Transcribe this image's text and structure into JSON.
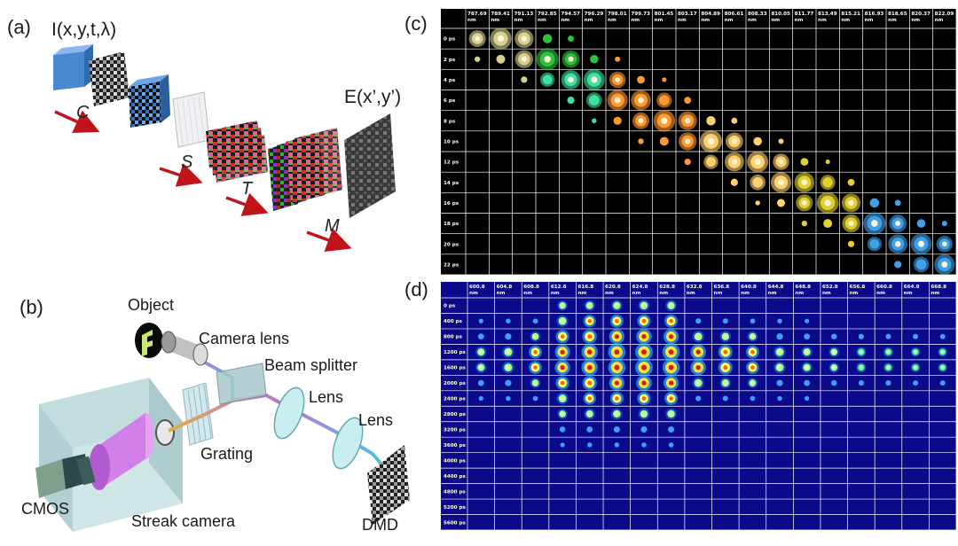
{
  "panels": {
    "a": {
      "label": "(a)",
      "input_label": "I(x,y,t,λ)",
      "output_label": "E(x’,y’)",
      "operators": [
        "C",
        "S",
        "T",
        "M"
      ]
    },
    "b": {
      "label": "(b)",
      "components": {
        "object": "Object",
        "camera_lens": "Camera lens",
        "beam_splitter": "Beam splitter",
        "lens1": "Lens",
        "lens2": "Lens",
        "grating": "Grating",
        "cmos": "CMOS",
        "streak_camera": "Streak camera",
        "dmd": "DMD"
      }
    },
    "c": {
      "label": "(c)",
      "unit": "nm",
      "wavelengths": [
        "787.69",
        "789.41",
        "791.13",
        "792.85",
        "794.57",
        "796.29",
        "798.01",
        "799.73",
        "801.45",
        "803.17",
        "804.89",
        "806.61",
        "808.33",
        "810.05",
        "811.77",
        "813.49",
        "815.21",
        "816.93",
        "818.65",
        "820.37",
        "822.09"
      ],
      "times": [
        "0 ps",
        "2 ps",
        "4 ps",
        "6 ps",
        "8 ps",
        "10 ps",
        "12 ps",
        "14 ps",
        "16 ps",
        "18 ps",
        "20 ps",
        "22 ps"
      ]
    },
    "d": {
      "label": "(d)",
      "unit": "nm",
      "wavelengths": [
        "600.8",
        "604.8",
        "608.8",
        "612.8",
        "616.8",
        "620.8",
        "624.8",
        "628.8",
        "632.8",
        "636.8",
        "640.8",
        "644.8",
        "648.8",
        "652.8",
        "656.8",
        "660.8",
        "664.8",
        "668.8"
      ],
      "times": [
        "0 ps",
        "400 ps",
        "800 ps",
        "1200 ps",
        "1600 ps",
        "2000 ps",
        "2400 ps",
        "2800 ps",
        "3200 ps",
        "3600 ps",
        "4000 ps",
        "4400 ps",
        "4800 ps",
        "5200 ps",
        "5600 ps"
      ]
    }
  }
}
